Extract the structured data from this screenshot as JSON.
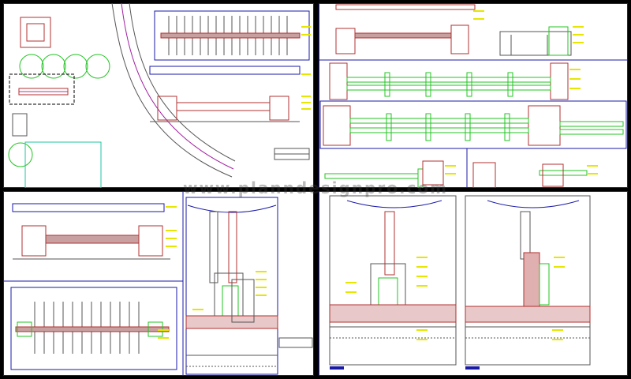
{
  "watermark": {
    "text": "www.planndesignpro.com",
    "color": "#3c3c3c"
  },
  "sheets": [
    {
      "id": "site-plan-and-pergola-plan",
      "kind": "plan"
    },
    {
      "id": "fence-elevations",
      "kind": "elevation"
    },
    {
      "id": "bench-elevation-and-plan",
      "kind": "elevation"
    },
    {
      "id": "bench-sections",
      "kind": "section"
    }
  ],
  "colors": {
    "background": "#000000",
    "sheet": "#ffffff",
    "outline": "#1a1aa8",
    "brick": "#b03030",
    "hedge": "#22c422",
    "annotation": "#e6e600",
    "dimension": "#7a7a7a",
    "paving": "#c8a0a0"
  }
}
